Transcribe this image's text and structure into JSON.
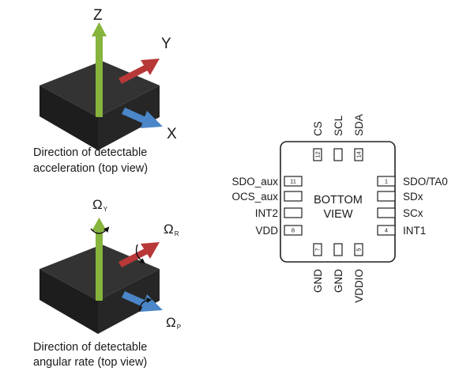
{
  "accel": {
    "axes": {
      "z": "Z",
      "y": "Y",
      "x": "X"
    },
    "caption_line1": "Direction of detectable",
    "caption_line2": "acceleration (top view)"
  },
  "gyro": {
    "omega": "Ω",
    "sub_y": "Y",
    "sub_r": "R",
    "sub_p": "P",
    "caption_line1": "Direction of detectable",
    "caption_line2": "angular rate (top view)"
  },
  "package": {
    "center_line1": "BOTTOM",
    "center_line2": "VIEW",
    "top_pins": [
      {
        "label": "CS",
        "num": "12"
      },
      {
        "label": "SCL",
        "num": ""
      },
      {
        "label": "SDA",
        "num": "14"
      }
    ],
    "bottom_pins": [
      {
        "label": "GND",
        "num": "7"
      },
      {
        "label": "GND",
        "num": ""
      },
      {
        "label": "VDDIO",
        "num": "5"
      }
    ],
    "left_pins": [
      {
        "label": "SDO_aux",
        "num": "11"
      },
      {
        "label": "OCS_aux",
        "num": ""
      },
      {
        "label": "INT2",
        "num": ""
      },
      {
        "label": "VDD",
        "num": "8"
      }
    ],
    "right_pins": [
      {
        "label": "SDO/TA0",
        "num": "1"
      },
      {
        "label": "SDx",
        "num": ""
      },
      {
        "label": "SCx",
        "num": ""
      },
      {
        "label": "INT1",
        "num": "4"
      }
    ]
  },
  "colors": {
    "chip": "#222222",
    "z_arrow": "#86b43c",
    "y_arrow": "#b83838",
    "x_arrow": "#4a86c8"
  }
}
